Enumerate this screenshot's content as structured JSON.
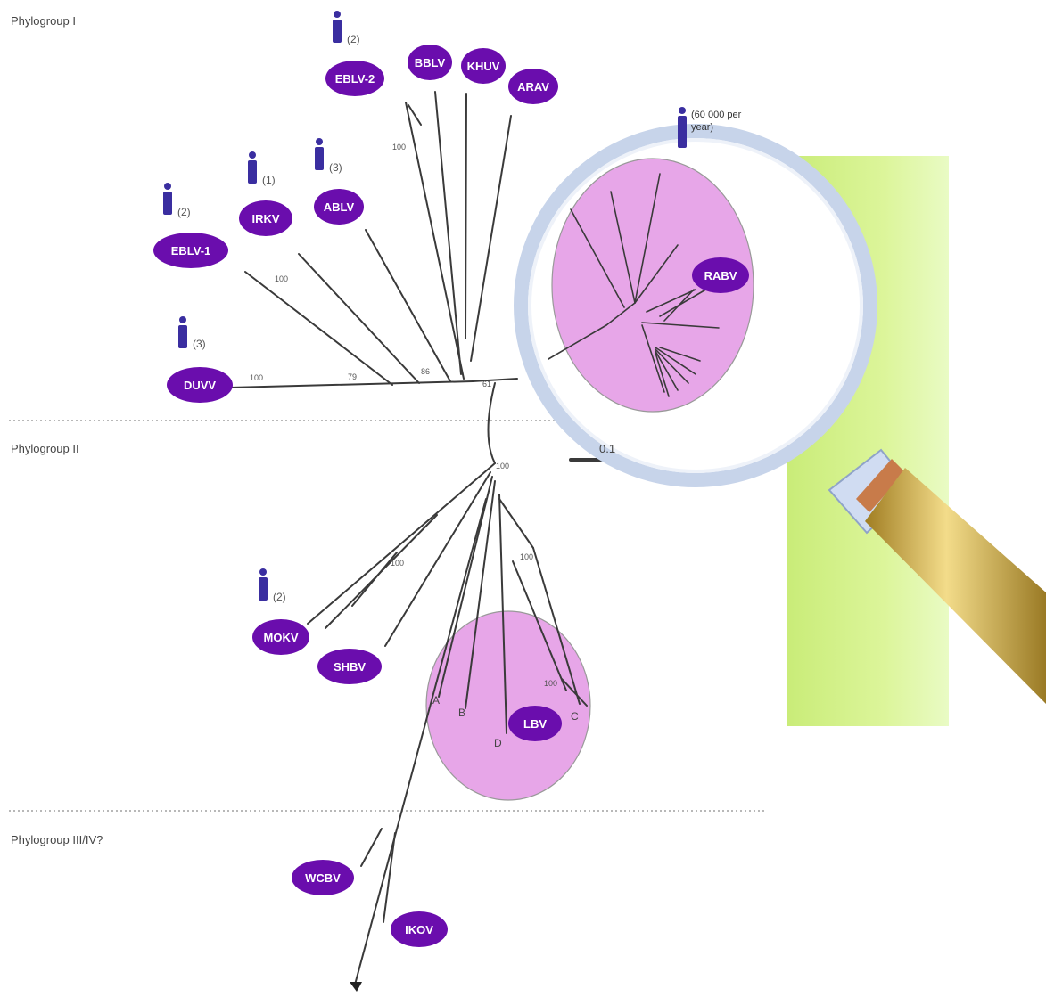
{
  "phylogroups": [
    {
      "id": "pg1",
      "label": "Phylogroup I"
    },
    {
      "id": "pg2",
      "label": "Phylogroup II"
    },
    {
      "id": "pg3",
      "label": "Phylogroup III/IV?"
    }
  ],
  "viruses": [
    {
      "id": "ebv2",
      "label": "EBLV-2",
      "human_cases": "(2)"
    },
    {
      "id": "bblv",
      "label": "BBLV"
    },
    {
      "id": "khuv",
      "label": "KHUV"
    },
    {
      "id": "arav",
      "label": "ARAV"
    },
    {
      "id": "ebv1",
      "label": "EBLV-1",
      "human_cases": "(2)"
    },
    {
      "id": "irkv",
      "label": "IRKV",
      "human_cases": "(1)"
    },
    {
      "id": "ablv",
      "label": "ABLV",
      "human_cases": "(3)"
    },
    {
      "id": "duvv",
      "label": "DUVV",
      "human_cases": "(3)"
    },
    {
      "id": "rabv",
      "label": "RABV",
      "human_cases": "(60 000 per year)"
    },
    {
      "id": "mokv",
      "label": "MOKV",
      "human_cases": "(2)"
    },
    {
      "id": "shbv",
      "label": "SHBV"
    },
    {
      "id": "lbv",
      "label": "LBV"
    },
    {
      "id": "wcbv",
      "label": "WCBV"
    },
    {
      "id": "ikov",
      "label": "IKOV"
    }
  ],
  "bootstrap_values": [
    "100",
    "100",
    "100",
    "79",
    "86",
    "61",
    "100",
    "100",
    "100",
    "100"
  ],
  "lbv_lineages": [
    "A",
    "B",
    "C",
    "D"
  ],
  "scale_bar": "0.1",
  "colors": {
    "virus_pill": "#6a0dad",
    "person_icon": "#3a2ea0",
    "highlight_circle": "#e7a6e8",
    "green_panel": "#d6f28a",
    "lens_rim": "#c7d4ea",
    "handle": "#d8b85a",
    "branch": "#3a3a3a"
  }
}
